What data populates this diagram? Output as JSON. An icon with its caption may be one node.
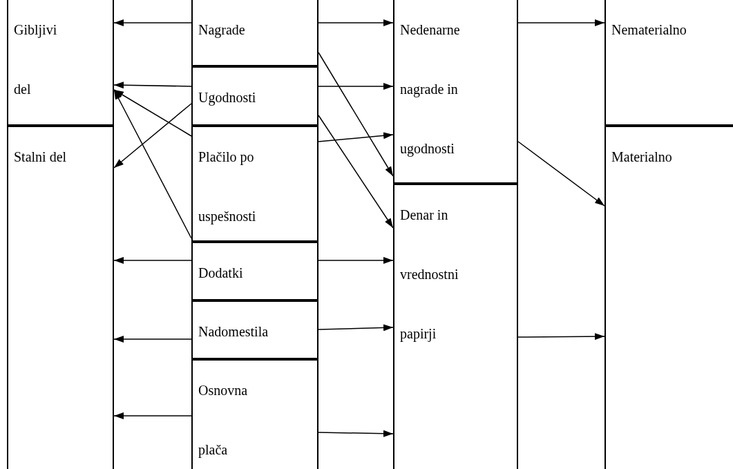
{
  "diagram": {
    "nodes": [
      {
        "text": [
          "Gibljivi del"
        ]
      },
      {
        "text": [
          "Stalni del"
        ]
      },
      {
        "text": [
          "Nagrade"
        ]
      },
      {
        "text": [
          "Ugodnosti"
        ]
      },
      {
        "text": [
          "Plačilo po uspešnosti"
        ]
      },
      {
        "text": [
          "Dodatki"
        ]
      },
      {
        "text": [
          "Nadomestila"
        ]
      },
      {
        "text": [
          "Osnovna plača"
        ]
      },
      {
        "text": [
          "Nedenarne nagrade in ugodnosti"
        ]
      },
      {
        "text": [
          "Denar in vrednostni papirji"
        ]
      },
      {
        "text": [
          "Nematerialno"
        ]
      },
      {
        "text": [
          "Materialno"
        ]
      }
    ],
    "edges": [
      {
        "from": 2,
        "to": 0,
        "arrow": "to"
      },
      {
        "from": 2,
        "to": 8,
        "arrow": "to"
      },
      {
        "from": 8,
        "to": 10,
        "arrow": "to"
      },
      {
        "from": 3,
        "to": 0,
        "arrow": "to"
      },
      {
        "from": 3,
        "to": 8,
        "arrow": "to"
      },
      {
        "from": 2,
        "to": 8,
        "arrow": "to"
      },
      {
        "from": 3,
        "to": 1,
        "arrow": "to"
      },
      {
        "from": 4,
        "to": 0,
        "arrow": "to"
      },
      {
        "from": 5,
        "to": 0,
        "arrow": "to"
      },
      {
        "from": 4,
        "to": 8,
        "arrow": "to"
      },
      {
        "from": 3,
        "to": 9,
        "arrow": "to"
      },
      {
        "from": 8,
        "to": 11,
        "arrow": "to"
      },
      {
        "from": 5,
        "to": 1,
        "arrow": "to"
      },
      {
        "from": 5,
        "to": 9,
        "arrow": "to"
      },
      {
        "from": 6,
        "to": 1,
        "arrow": "to"
      },
      {
        "from": 6,
        "to": 9,
        "arrow": "to"
      },
      {
        "from": 7,
        "to": 1,
        "arrow": "to"
      },
      {
        "from": 7,
        "to": 9,
        "arrow": "to"
      },
      {
        "from": 9,
        "to": 11,
        "arrow": "to"
      }
    ]
  }
}
